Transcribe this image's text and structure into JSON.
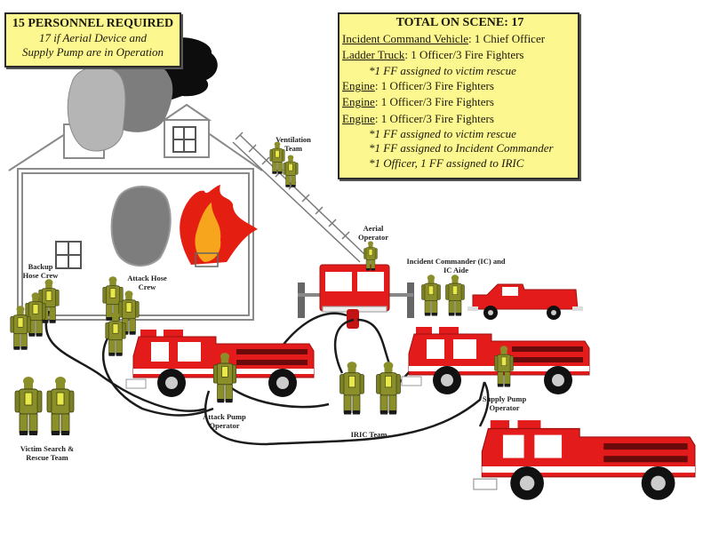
{
  "personnel_box": {
    "heading": "15 PERSONNEL REQUIRED",
    "line1": "17 if Aerial Device and",
    "line2": "Supply Pump are in Operation"
  },
  "total_box": {
    "title": "TOTAL ON SCENE: 17",
    "rows": [
      {
        "unit": "Incident Command Vehicle",
        "staff": ": 1 Chief Officer"
      },
      {
        "unit": "Ladder Truck",
        "staff": ": 1 Officer/3 Fire Fighters",
        "notes": [
          "*1 FF assigned to victim rescue"
        ]
      },
      {
        "unit": "Engine",
        "staff": ": 1 Officer/3 Fire Fighters"
      },
      {
        "unit": "Engine",
        "staff": ": 1 Officer/3 Fire Fighters"
      },
      {
        "unit": "Engine",
        "staff": ": 1 Officer/3 Fire Fighters",
        "notes": [
          "*1 FF assigned to victim rescue",
          "*1 FF assigned to Incident Commander",
          "*1 Officer, 1 FF assigned to IRIC"
        ]
      }
    ]
  },
  "labels": {
    "ventilation": [
      "Ventilation",
      "Team"
    ],
    "aerial_operator": [
      "Aerial",
      "Operator"
    ],
    "incident_commander": [
      "Incident Commander (IC) and",
      "IC Aide"
    ],
    "backup_hose": [
      "Backup",
      "Hose Crew"
    ],
    "attack_hose": [
      "Attack Hose",
      "Crew"
    ],
    "victim_search": [
      "Victim Search &",
      "Rescue Team"
    ],
    "attack_pump": [
      "Attack Pump",
      "Operator"
    ],
    "iric": [
      "IRIC Team"
    ],
    "supply_pump": [
      "Supply Pump",
      "Operator"
    ]
  },
  "colors": {
    "box_fill": "#fdf78f",
    "engine_red": "#e31b1b",
    "gear_olive": "#8a8f2a",
    "tank_yellow": "#e8e84a",
    "helmet_red": "#c0181b",
    "smoke_light": "#b5b5b5",
    "smoke_mid": "#7d7d7d",
    "smoke_dark": "#0d0d0d"
  }
}
